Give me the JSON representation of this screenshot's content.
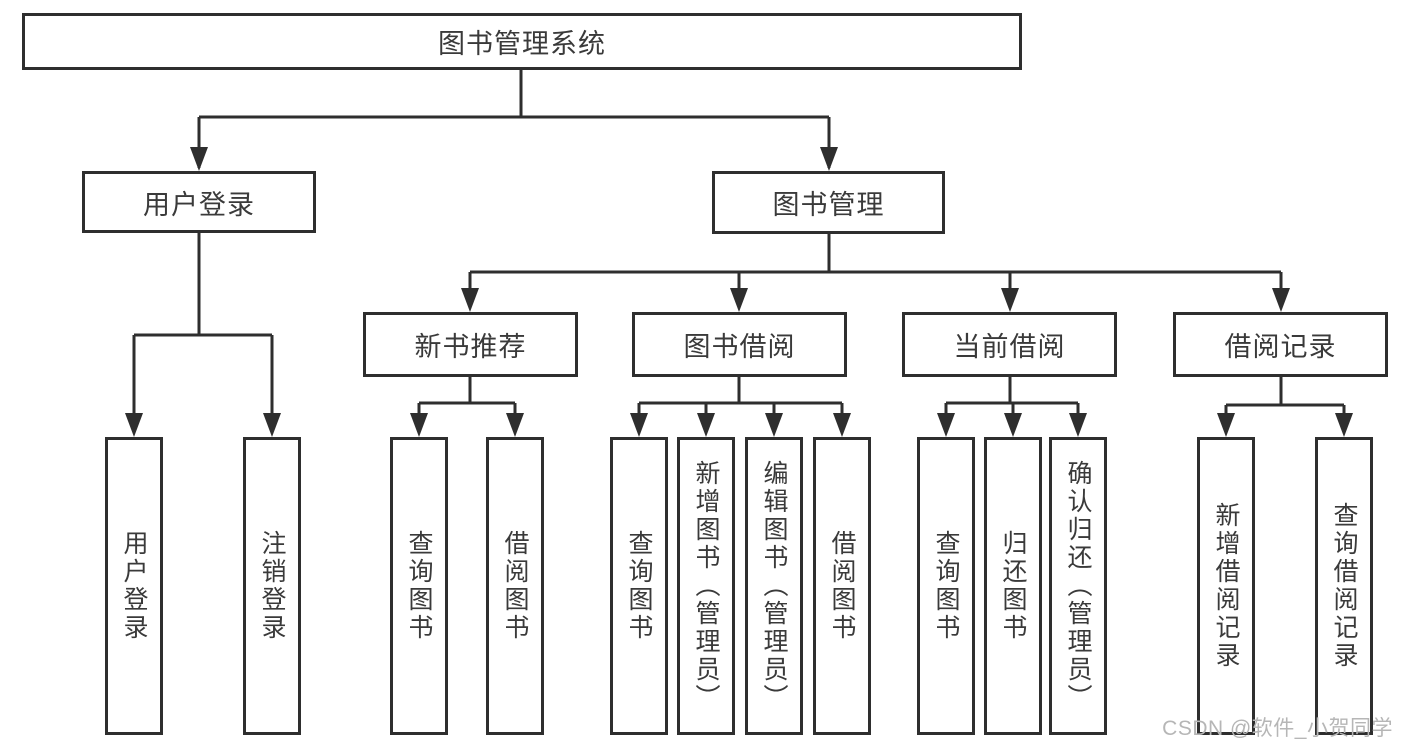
{
  "diagram": {
    "root": {
      "label": "图书管理系统"
    },
    "level2": [
      {
        "label": "用户登录",
        "children": [
          "用户登录",
          "注销登录"
        ]
      },
      {
        "label": "图书管理"
      }
    ],
    "level3": [
      {
        "label": "新书推荐",
        "children": [
          "查询图书",
          "借阅图书"
        ]
      },
      {
        "label": "图书借阅",
        "children": [
          "查询图书",
          "新增图书（管理员）",
          "编辑图书（管理员）",
          "借阅图书"
        ]
      },
      {
        "label": "当前借阅",
        "children": [
          "查询图书",
          "归还图书",
          "确认归还（管理员）"
        ]
      },
      {
        "label": "借阅记录",
        "children": [
          "新增借阅记录",
          "查询借阅记录"
        ]
      }
    ]
  },
  "watermark": "CSDN @软件_小贺同学"
}
